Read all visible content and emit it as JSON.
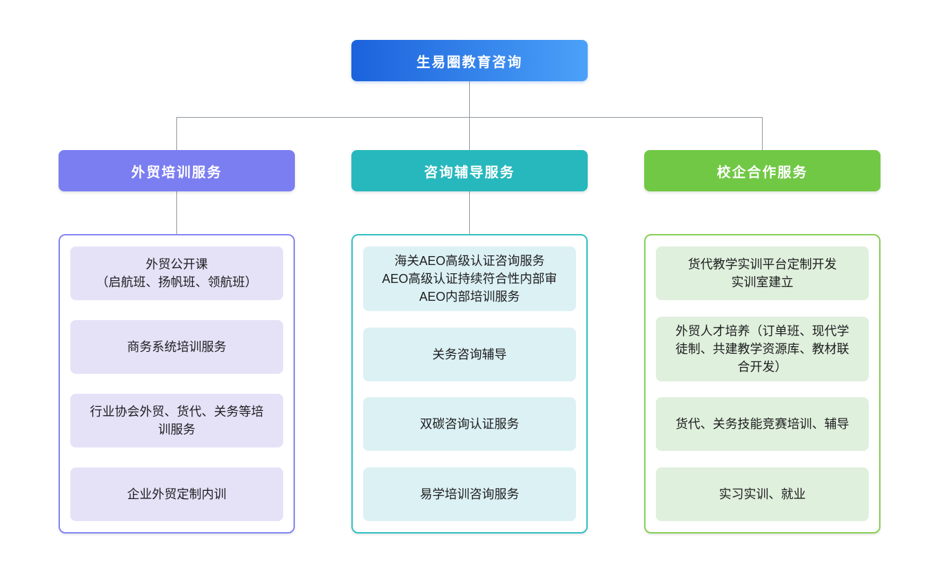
{
  "diagram": {
    "root": {
      "label": "生易圈教育咨询",
      "gradient_from": "#1b62dc",
      "gradient_to": "#4ba1f8"
    },
    "connector_color": "#8f969e",
    "branches": [
      {
        "title": "外贸培训服务",
        "header_color": "#7b7ef0",
        "border_color": "#8285f2",
        "item_bg_color": "#e5e2f8",
        "items": [
          "外贸公开课\n（启航班、扬帆班、领航班）",
          "商务系统培训服务",
          "行业协会外贸、货代、关务等培训服务",
          "企业外贸定制内训"
        ]
      },
      {
        "title": "咨询辅导服务",
        "header_color": "#27b8bd",
        "border_color": "#2fbfc3",
        "item_bg_color": "#dcf1f4",
        "items": [
          "海关AEO高级认证咨询服务\nAEO高级认证持续符合性内部审\nAEO内部培训服务",
          "关务咨询辅导",
          "双碳咨询认证服务",
          "易学培训咨询服务"
        ]
      },
      {
        "title": "校企合作服务",
        "header_color": "#71c845",
        "border_color": "#85cf56",
        "item_bg_color": "#dff0dc",
        "items": [
          "货代教学实训平台定制开发\n实训室建立",
          "外贸人才培养（订单班、现代学徒制、共建教学资源库、教材联合开发）",
          "货代、关务技能竞赛培训、辅导",
          "实习实训、就业"
        ]
      }
    ]
  }
}
